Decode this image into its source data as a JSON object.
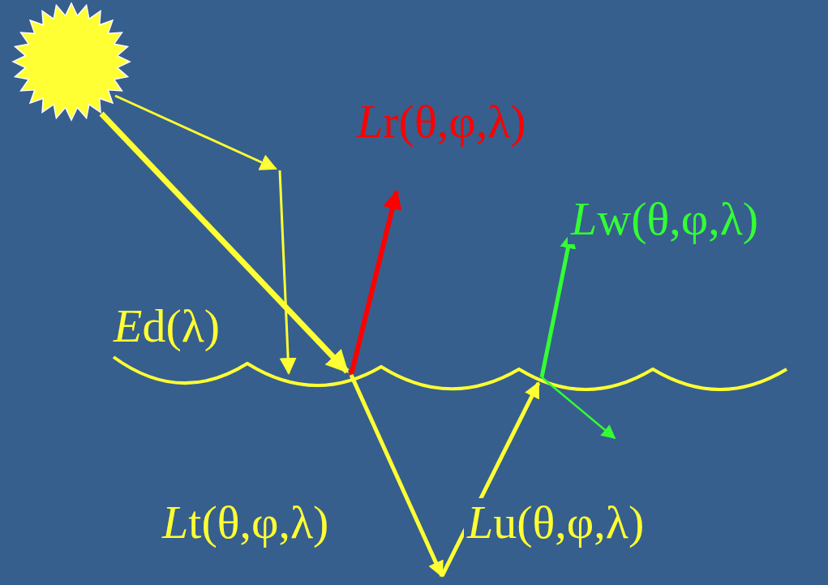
{
  "diagram": {
    "labels": [
      "Lr(θ,φ,λ)",
      "Lw(θ,φ,λ)",
      "Ed(λ)",
      "Lt(θ,φ,λ)",
      "Lu(θ,φ,λ)"
    ]
  }
}
